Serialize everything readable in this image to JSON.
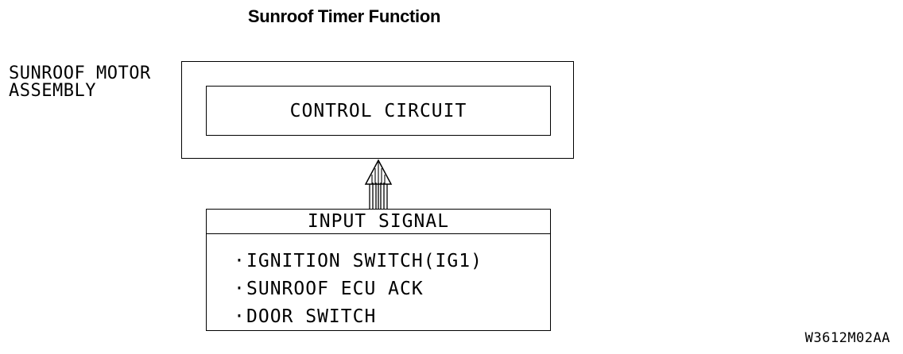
{
  "diagram": {
    "title": "Sunroof Timer Function",
    "assembly_label_line1": "SUNROOF MOTOR",
    "assembly_label_line2": "ASSEMBLY",
    "control_box_label": "CONTROL CIRCUIT",
    "input_header": "INPUT SIGNAL",
    "bullet": "·",
    "inputs": [
      "IGNITION SWITCH(IG1)",
      "SUNROOF ECU ACK",
      "DOOR SWITCH"
    ],
    "figure_id": "W3612M02AA"
  }
}
